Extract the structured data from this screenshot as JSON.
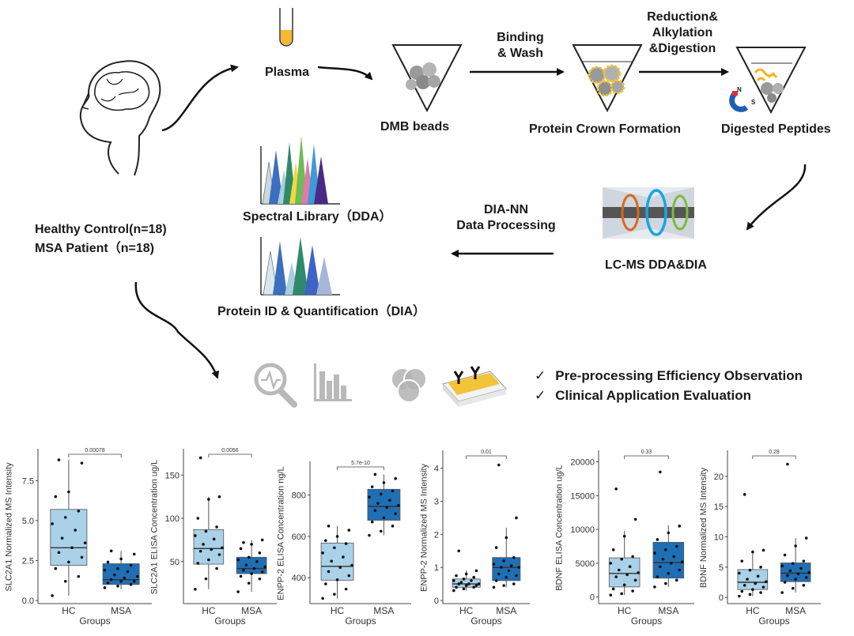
{
  "workflow": {
    "plasma": "Plasma",
    "binding": [
      "Binding",
      "& Wash"
    ],
    "reduction": [
      "Reduction&",
      "Alkylation",
      "&Digestion"
    ],
    "dmb_beads": "DMB beads",
    "protein_crown": "Protein Crown Formation",
    "digested_peptides": "Digested Peptides",
    "groups": [
      "Healthy Control(n=18)",
      "MSA Patient（n=18)"
    ],
    "spectral_library": "Spectral Library（DDA）",
    "protein_id": "Protein ID & Quantification（DIA）",
    "dia_nn": [
      "DIA-NN",
      "Data Processing"
    ],
    "lcms": "LC-MS DDA&DIA",
    "magnet_n": "N",
    "magnet_s": "S",
    "outcomes": [
      "Pre-processing Efficiency Observation",
      "Clinical Application Evaluation"
    ],
    "check_mark": "✓"
  },
  "colors": {
    "hc": "#a9d1e8",
    "msa": "#1f6fb5",
    "arrow": "#111111",
    "ring1": "#d9691e",
    "ring2": "#1aa5e0",
    "ring3": "#7dba42"
  },
  "chart_data": [
    {
      "type": "box",
      "ylabel": "SLC2A1 Normalized MS Intensity",
      "xlabel": "Groups",
      "categories": [
        "HC",
        "MSA"
      ],
      "pvalue": "0.00078",
      "yticks": [
        "0.0",
        "2.5",
        "5.0",
        "7.5"
      ],
      "ytick_values": [
        0,
        2.5,
        5,
        7.5
      ],
      "ylim": [
        0,
        9.2
      ],
      "boxes": [
        {
          "min": 0.3,
          "q1": 2.2,
          "median": 3.3,
          "q3": 5.7,
          "max": 8.8
        },
        {
          "min": 0.7,
          "q1": 1.0,
          "median": 1.3,
          "q3": 2.3,
          "max": 3.1
        }
      ],
      "points": [
        [
          0.3,
          1.2,
          1.5,
          2.0,
          2.4,
          2.7,
          3.0,
          3.3,
          3.6,
          3.9,
          4.4,
          4.8,
          5.2,
          5.6,
          6.5,
          6.8,
          8.6,
          8.8
        ],
        [
          0.8,
          0.9,
          1.0,
          1.1,
          1.2,
          1.2,
          1.3,
          1.4,
          1.5,
          1.6,
          1.8,
          1.9,
          2.0,
          2.2,
          2.4,
          2.6,
          2.9,
          3.1
        ]
      ]
    },
    {
      "type": "box",
      "ylabel": "SLC2A1 ELISA Concentration ug/L",
      "xlabel": "Groups",
      "categories": [
        "HC",
        "MSA"
      ],
      "pvalue": "0.0056",
      "yticks": [
        "50",
        "100",
        "150"
      ],
      "ytick_values": [
        50,
        100,
        150
      ],
      "ylim": [
        5,
        175
      ],
      "boxes": [
        {
          "min": 18,
          "q1": 47,
          "median": 65,
          "q3": 87,
          "max": 125
        },
        {
          "min": 15,
          "q1": 36,
          "median": 42,
          "q3": 55,
          "max": 75
        }
      ],
      "points": [
        [
          18,
          30,
          42,
          48,
          52,
          58,
          62,
          64,
          66,
          70,
          76,
          80,
          85,
          90,
          100,
          122,
          125,
          170
        ],
        [
          15,
          25,
          30,
          33,
          36,
          38,
          40,
          42,
          44,
          46,
          50,
          52,
          55,
          60,
          65,
          70,
          75,
          72
        ]
      ]
    },
    {
      "type": "box",
      "ylabel": "ENPP-2 ELISA Concentration ng/L",
      "xlabel": "Groups",
      "categories": [
        "HC",
        "MSA"
      ],
      "pvalue": "5.7e-10",
      "yticks": [
        "400",
        "600",
        "800"
      ],
      "ytick_values": [
        400,
        600,
        800
      ],
      "ylim": [
        290,
        940
      ],
      "boxes": [
        {
          "min": 300,
          "q1": 388,
          "median": 455,
          "q3": 568,
          "max": 650
        },
        {
          "min": 605,
          "q1": 678,
          "median": 745,
          "q3": 828,
          "max": 900
        }
      ],
      "points": [
        [
          300,
          320,
          345,
          370,
          390,
          410,
          430,
          450,
          460,
          480,
          500,
          520,
          545,
          565,
          580,
          600,
          630,
          650
        ],
        [
          605,
          625,
          650,
          670,
          690,
          710,
          725,
          740,
          750,
          760,
          775,
          790,
          805,
          820,
          840,
          860,
          880,
          900
        ]
      ]
    },
    {
      "type": "box",
      "ylabel": "ENPP-2 Normalized MS Intensity",
      "xlabel": "Groups",
      "categories": [
        "HC",
        "MSA"
      ],
      "pvalue": "0.01",
      "yticks": [
        "0",
        "1",
        "2",
        "3",
        "4"
      ],
      "ytick_values": [
        0,
        1,
        2,
        3,
        4
      ],
      "ylim": [
        0,
        4.4
      ],
      "boxes": [
        {
          "min": 0.3,
          "q1": 0.4,
          "median": 0.5,
          "q3": 0.65,
          "max": 0.9
        },
        {
          "min": 0.4,
          "q1": 0.6,
          "median": 1.0,
          "q3": 1.3,
          "max": 2.2
        }
      ],
      "points": [
        [
          0.3,
          0.35,
          0.4,
          0.4,
          0.45,
          0.45,
          0.5,
          0.5,
          0.5,
          0.55,
          0.6,
          0.6,
          0.65,
          0.7,
          0.75,
          0.8,
          0.9,
          1.5
        ],
        [
          0.4,
          0.45,
          0.5,
          0.6,
          0.7,
          0.75,
          0.8,
          0.9,
          1.0,
          1.0,
          1.05,
          1.1,
          1.2,
          1.3,
          1.6,
          1.9,
          2.5,
          4.1
        ]
      ]
    },
    {
      "type": "box",
      "ylabel": "BDNF ELISA Concentration ug/L",
      "xlabel": "Groups",
      "categories": [
        "HC",
        "MSA"
      ],
      "pvalue": "0.33",
      "yticks": [
        "0",
        "5000",
        "10000",
        "15000",
        "20000"
      ],
      "ytick_values": [
        0,
        5000,
        10000,
        15000,
        20000
      ],
      "ylim": [
        -500,
        21000
      ],
      "boxes": [
        {
          "min": 300,
          "q1": 1500,
          "median": 3500,
          "q3": 5800,
          "max": 9800
        },
        {
          "min": 1500,
          "q1": 2800,
          "median": 5100,
          "q3": 8100,
          "max": 10600
        }
      ],
      "points": [
        [
          300,
          500,
          900,
          1200,
          1800,
          2500,
          3000,
          3300,
          3600,
          4000,
          4500,
          5000,
          5600,
          6000,
          7000,
          9000,
          11500,
          16000
        ],
        [
          1500,
          2000,
          2500,
          3000,
          3500,
          4000,
          4500,
          5000,
          5200,
          5600,
          6000,
          6500,
          7000,
          7500,
          8500,
          9500,
          10500,
          18500
        ]
      ]
    },
    {
      "type": "box",
      "ylabel": "BDNF Normalized MS Intensity",
      "xlabel": "Groups",
      "categories": [
        "HC",
        "MSA"
      ],
      "pvalue": "0.28",
      "yticks": [
        "0",
        "5",
        "10",
        "15",
        "20"
      ],
      "ytick_values": [
        0,
        5,
        10,
        15,
        20
      ],
      "ylim": [
        -0.5,
        23.5
      ],
      "boxes": [
        {
          "min": 0.2,
          "q1": 1.3,
          "median": 2.5,
          "q3": 4.6,
          "max": 7.8
        },
        {
          "min": 0.8,
          "q1": 2.6,
          "median": 4.0,
          "q3": 5.7,
          "max": 9.8
        }
      ],
      "points": [
        [
          0.2,
          0.5,
          0.8,
          1.0,
          1.3,
          1.7,
          2.0,
          2.3,
          2.6,
          3.0,
          3.5,
          4.0,
          4.5,
          5.0,
          6.0,
          7.5,
          7.8,
          17.0
        ],
        [
          0.8,
          1.5,
          2.0,
          2.5,
          3.0,
          3.3,
          3.6,
          3.9,
          4.1,
          4.4,
          4.8,
          5.2,
          5.6,
          6.0,
          7.0,
          8.5,
          9.8,
          22.0
        ]
      ]
    }
  ]
}
